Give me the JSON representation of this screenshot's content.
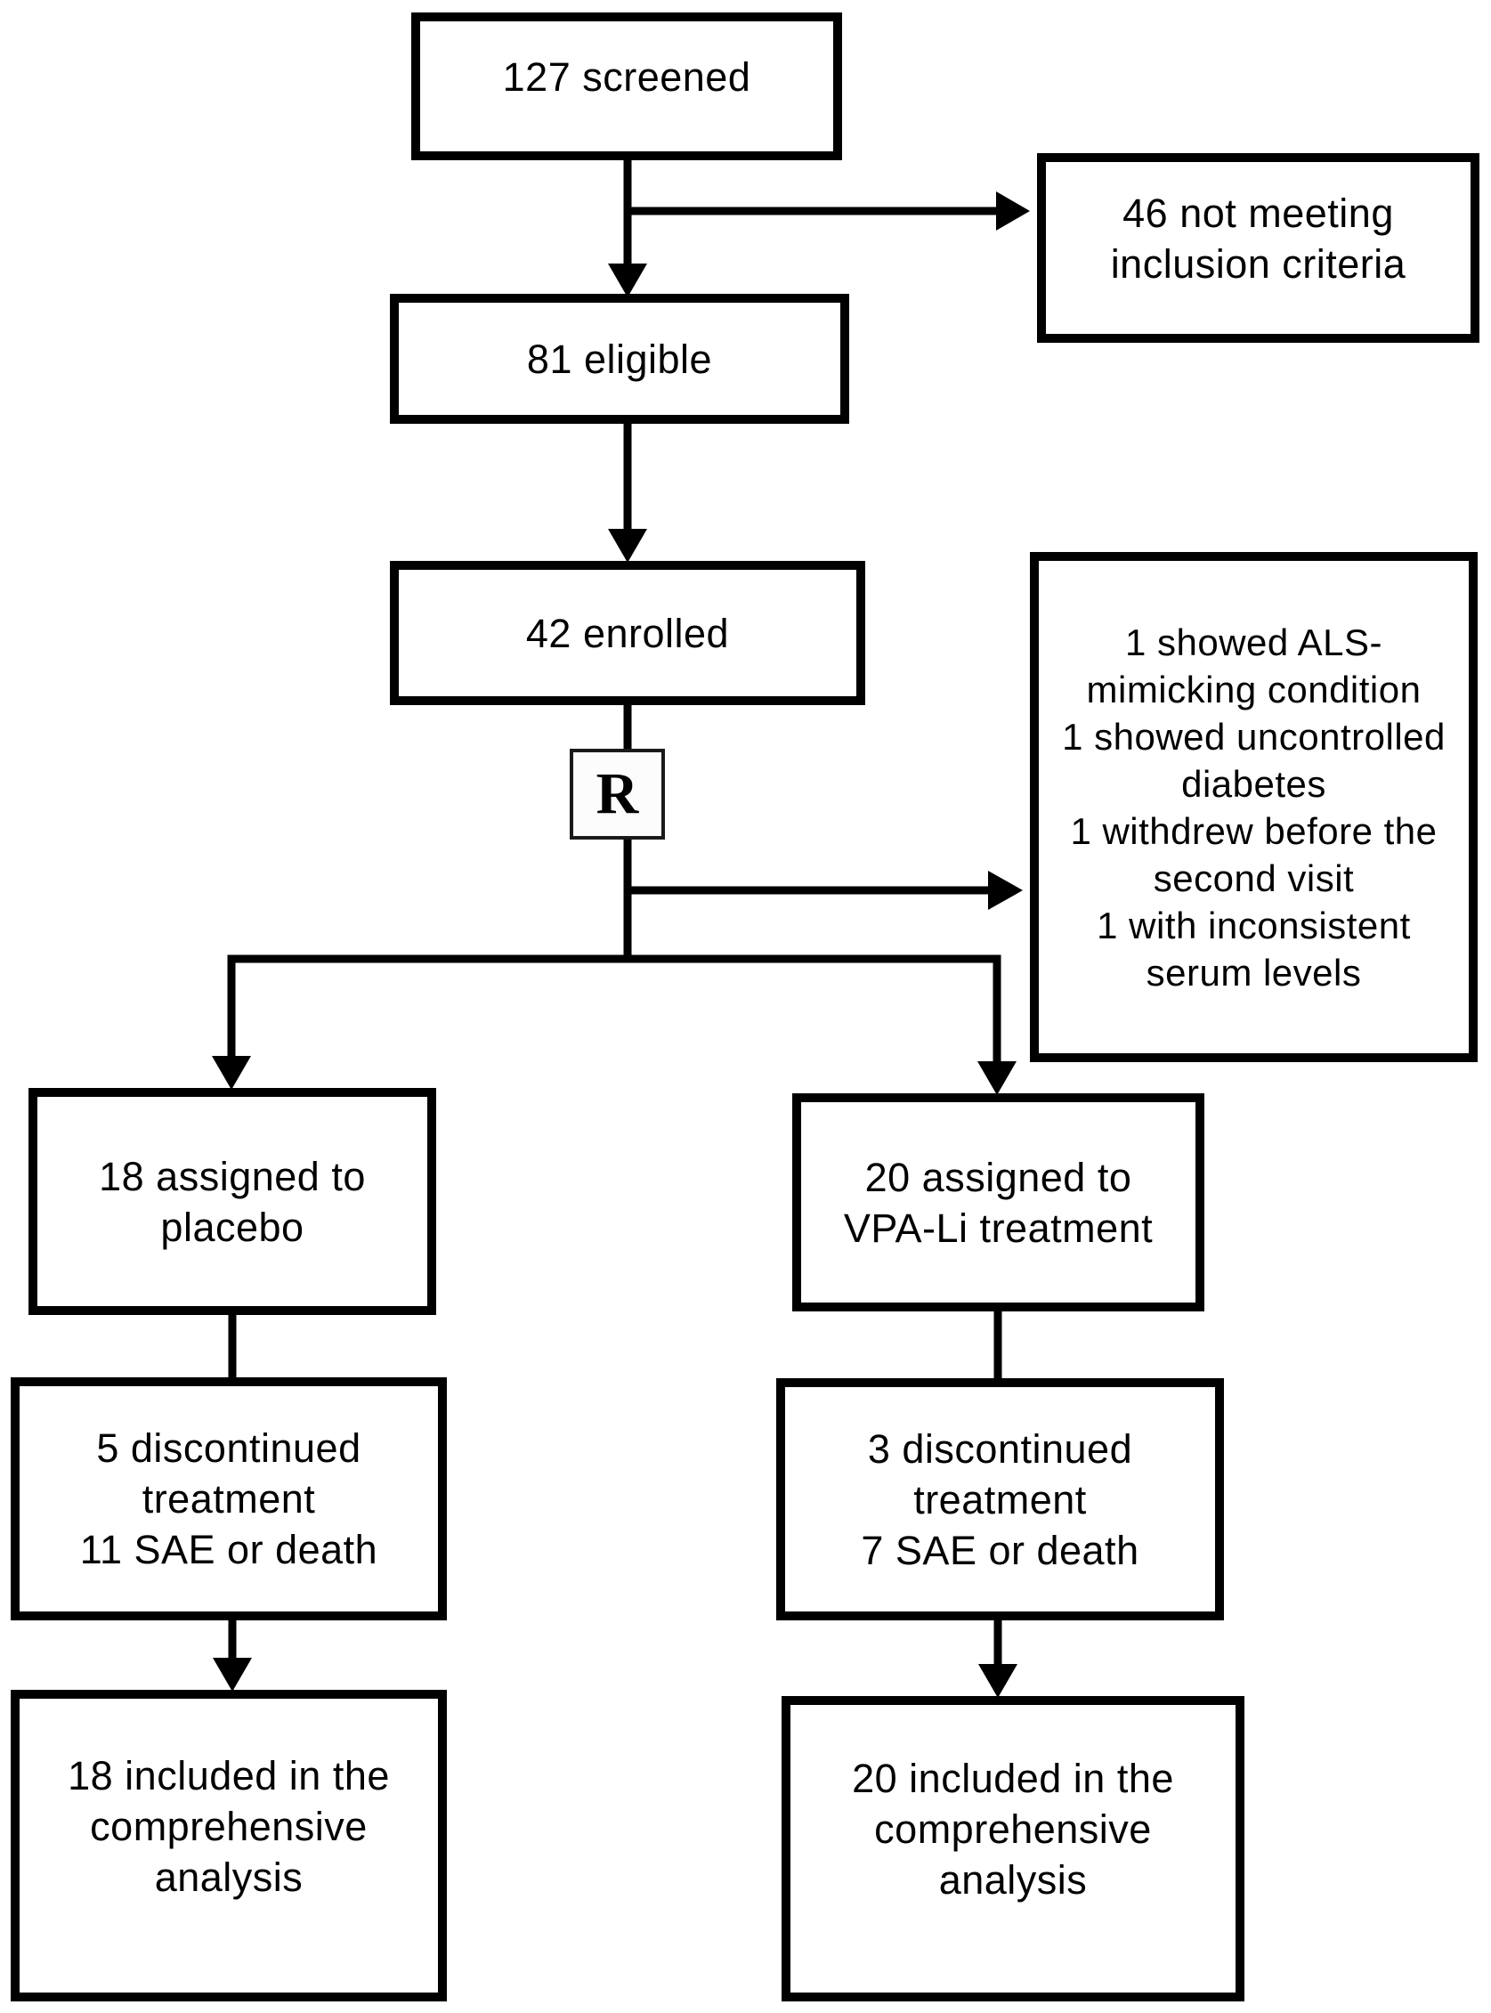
{
  "colors": {
    "background": "#ffffff",
    "line": "#000000"
  },
  "boxes": {
    "screened": {
      "label": "127 screened"
    },
    "not_meeting": {
      "label": "46 not meeting\ninclusion criteria"
    },
    "eligible": {
      "label": "81 eligible"
    },
    "enrolled": {
      "label": "42 enrolled"
    },
    "randomization": {
      "label": "R"
    },
    "exclusions": {
      "label": "1 showed ALS-\nmimicking condition\n1 showed uncontrolled\ndiabetes\n1 withdrew before the\nsecond visit\n1 with inconsistent\nserum levels"
    },
    "placebo_assigned": {
      "label": "18 assigned to\nplacebo"
    },
    "vpa_li_assigned": {
      "label": "20 assigned to\nVPA-Li treatment"
    },
    "placebo_discontinued": {
      "label": "5 discontinued\ntreatment\n11 SAE or death"
    },
    "vpa_li_discontinued": {
      "label": "3 discontinued\ntreatment\n7 SAE or death"
    },
    "placebo_analyzed": {
      "label": "18 included in the\ncomprehensive\nanalysis"
    },
    "vpa_li_analyzed": {
      "label": "20 included in the\ncomprehensive\nanalysis"
    }
  }
}
